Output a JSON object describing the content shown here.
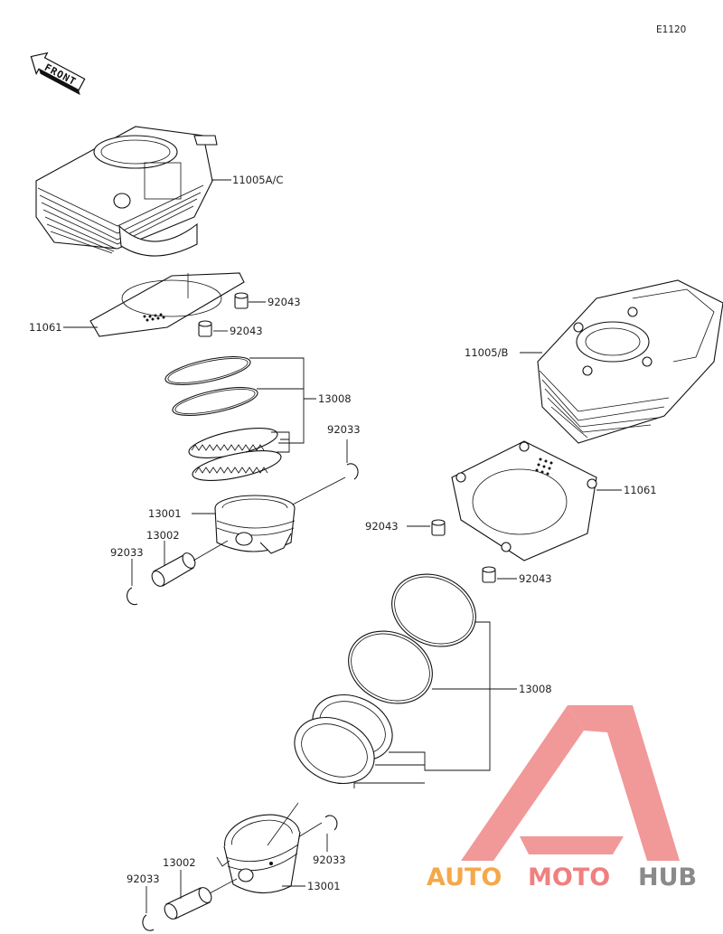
{
  "diagram_code": "E1120",
  "front_label": "FRONT",
  "watermark": {
    "text_a": "AUTO",
    "text_b": "MOTO",
    "text_c": "HUB",
    "color_a": "#f4a84a",
    "color_b": "#f08080",
    "color_c": "#8a8a8a",
    "logo_color": "#f08d8d"
  },
  "labels": {
    "cyl_ac": "11005A/C",
    "cyl_b": "11005/B",
    "gasket_left": "11061",
    "gasket_right": "11061",
    "dowel_top_1": "92043",
    "dowel_top_2": "92043",
    "dowel_right_1": "92043",
    "dowel_right_2": "92043",
    "rings_top": "13008",
    "rings_bottom": "13008",
    "clip_top_right": "92033",
    "clip_top_left": "92033",
    "clip_bottom_right": "92033",
    "clip_bottom_left": "92033",
    "piston_top": "13001",
    "piston_bottom": "13001",
    "pin_top": "13002",
    "pin_bottom": "13002"
  }
}
